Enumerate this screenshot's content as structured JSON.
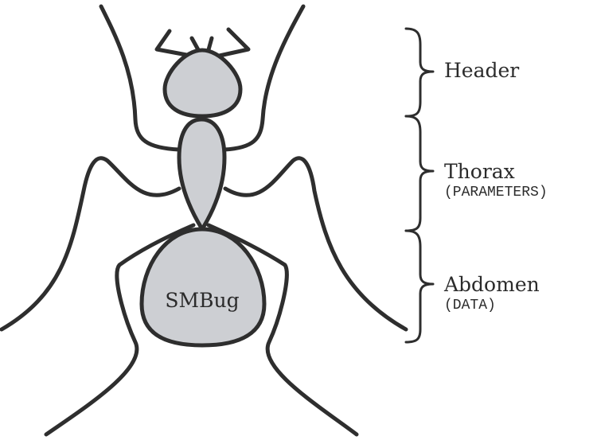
{
  "diagram": {
    "body_label": "SMBug",
    "sections": [
      {
        "title": "Header",
        "subtitle": ""
      },
      {
        "title": "Thorax",
        "subtitle": "(PARAMETERS)"
      },
      {
        "title": "Abdomen",
        "subtitle": "(DATA)"
      }
    ]
  },
  "colors": {
    "body_fill": "#cdcfd3",
    "outline": "#2e2e2e",
    "background": "#ffffff"
  }
}
